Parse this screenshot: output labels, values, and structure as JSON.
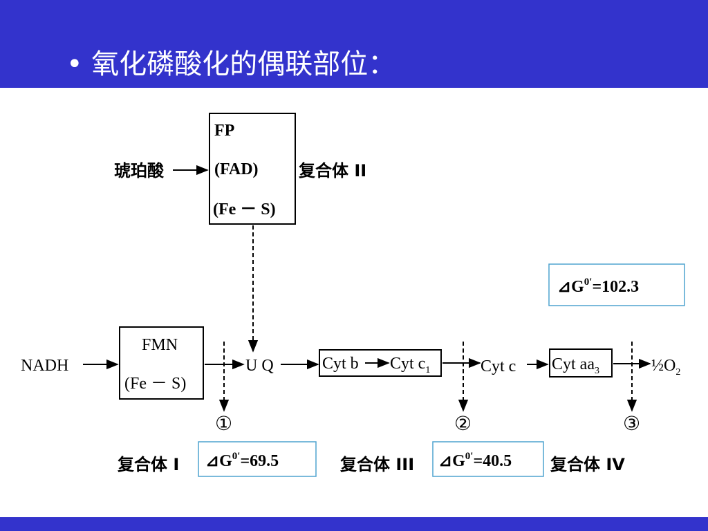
{
  "slide": {
    "title": "• 氧化磷酸化的偶联部位：",
    "colors": {
      "band": "#3333cc",
      "energy_box_border": "#4fa3cf"
    }
  },
  "diagram": {
    "succinate": "琥珀酸",
    "complex_ii_box": {
      "line1": "FP",
      "line2": "(FAD)",
      "line3": "(Fe － S)"
    },
    "complex_ii_label": "复合体 II",
    "nadh": "NADH",
    "complex_i_box": {
      "line1": "FMN",
      "line2": "(Fe － S)"
    },
    "uq": "U Q",
    "cyt_b": "Cyt b",
    "cyt_c1": "Cyt c",
    "cyt_c1_sub": "1",
    "cyt_c": "Cyt c",
    "cyt_aa3": "Cyt aa",
    "cyt_aa3_sub": "3",
    "oxygen": "½O",
    "oxygen_sub": "2",
    "sites": [
      "①",
      "②",
      "③"
    ],
    "complex_labels": [
      "复合体 I",
      "复合体 III",
      "复合体 IV"
    ],
    "energy": [
      {
        "prefix": "⊿G",
        "sup": "0'",
        "value": "=69.5"
      },
      {
        "prefix": "⊿G",
        "sup": "0'",
        "value": "=40.5"
      },
      {
        "prefix": "⊿G",
        "sup": "0'",
        "value": "=102.3"
      }
    ]
  }
}
